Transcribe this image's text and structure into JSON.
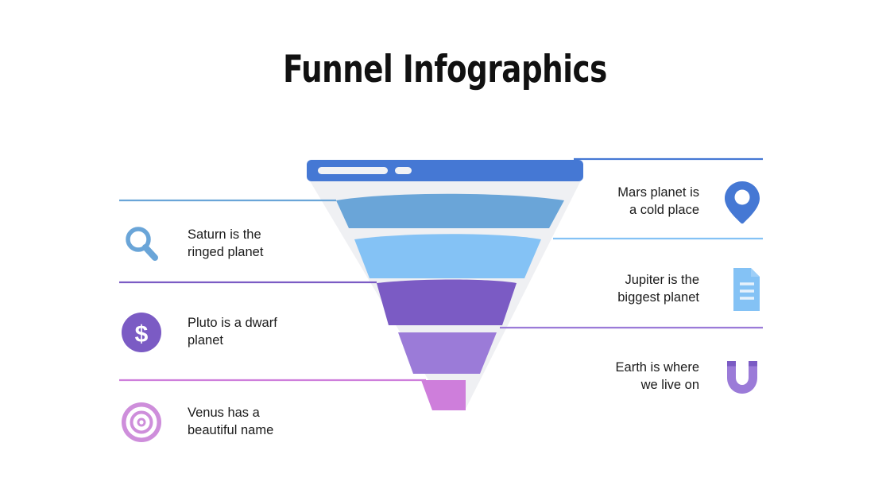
{
  "slide": {
    "title": "Funnel Infographics",
    "background_color": "#FFFFFF"
  },
  "funnel": {
    "backdrop_color": "#EFF0F3",
    "header_bar": {
      "color": "#4578D4",
      "pill_long": "#F1F2F5",
      "pill_short": "#F1F2F5"
    },
    "bands": [
      {
        "name": "band-steel-blue",
        "color": "#6AA5D8"
      },
      {
        "name": "band-light-blue",
        "color": "#84C2F5"
      },
      {
        "name": "band-deep-purple",
        "color": "#7B5BC4"
      },
      {
        "name": "band-mid-purple",
        "color": "#9B7BD8"
      },
      {
        "name": "band-orchid",
        "color": "#CE7EDB"
      }
    ]
  },
  "connectors": [
    {
      "name": "connector-mars",
      "color": "#4578D4",
      "side": "right"
    },
    {
      "name": "connector-saturn",
      "color": "#6AA5D8",
      "side": "left"
    },
    {
      "name": "connector-jupiter",
      "color": "#84C2F5",
      "side": "right"
    },
    {
      "name": "connector-pluto",
      "color": "#7B5BC4",
      "side": "left"
    },
    {
      "name": "connector-earth",
      "color": "#9B7BD8",
      "side": "right"
    },
    {
      "name": "connector-venus",
      "color": "#CE7EDB",
      "side": "left"
    }
  ],
  "callouts": {
    "left": [
      {
        "id": "saturn",
        "text": "Saturn is the\nringed planet",
        "icon": "magnifier-icon",
        "icon_color": "#6AA5D8"
      },
      {
        "id": "pluto",
        "text": "Pluto is a dwarf\nplanet",
        "icon": "dollar-circle-icon",
        "icon_color": "#7B5BC4",
        "icon_glyph": "$"
      },
      {
        "id": "venus",
        "text": "Venus has a\nbeautiful name",
        "icon": "target-icon",
        "icon_color": "#CE8EDB"
      }
    ],
    "right": [
      {
        "id": "mars",
        "text": "Mars planet is\na cold place",
        "icon": "map-pin-icon",
        "icon_color": "#4578D4"
      },
      {
        "id": "jupiter",
        "text": "Jupiter is the\nbiggest planet",
        "icon": "document-icon",
        "icon_color": "#84C2F5"
      },
      {
        "id": "earth",
        "text": "Earth is where\nwe live on",
        "icon": "magnet-icon",
        "icon_color": "#9B7BD8"
      }
    ]
  }
}
